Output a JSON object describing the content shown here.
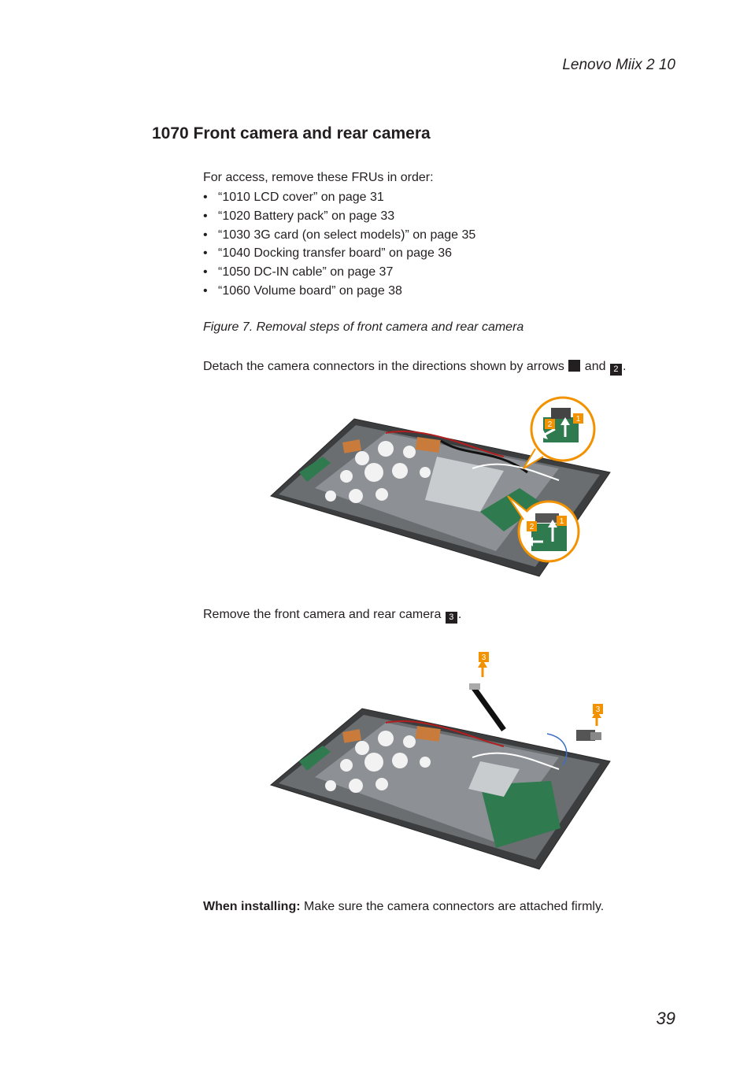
{
  "header": {
    "title": "Lenovo Miix 2 10"
  },
  "section": {
    "title": "1070 Front camera and rear camera"
  },
  "intro": "For access, remove these FRUs in order:",
  "frus": [
    "“1010 LCD cover” on page 31",
    "“1020 Battery pack” on page 33",
    "“1030 3G card (on select models)” on page 35",
    "“1040 Docking transfer board” on page 36",
    "“1050 DC-IN cable” on page 37",
    "“1060 Volume board” on page 38"
  ],
  "figure_caption": "Figure 7. Removal steps of front camera and rear camera",
  "step1": {
    "text": "Detach the camera connectors in the directions shown by arrows",
    "and": "and",
    "end": ".",
    "badge2": "2"
  },
  "step2": {
    "text": "Remove the front camera and rear camera",
    "badge": "3",
    "end": "."
  },
  "callout_labels": {
    "one": "1",
    "two": "2",
    "three": "3"
  },
  "install": {
    "label": "When installing:",
    "text": "Make sure the camera connectors are attached firmly."
  },
  "page_number": "39",
  "colors": {
    "accent": "#f39200",
    "text": "#231f20"
  }
}
